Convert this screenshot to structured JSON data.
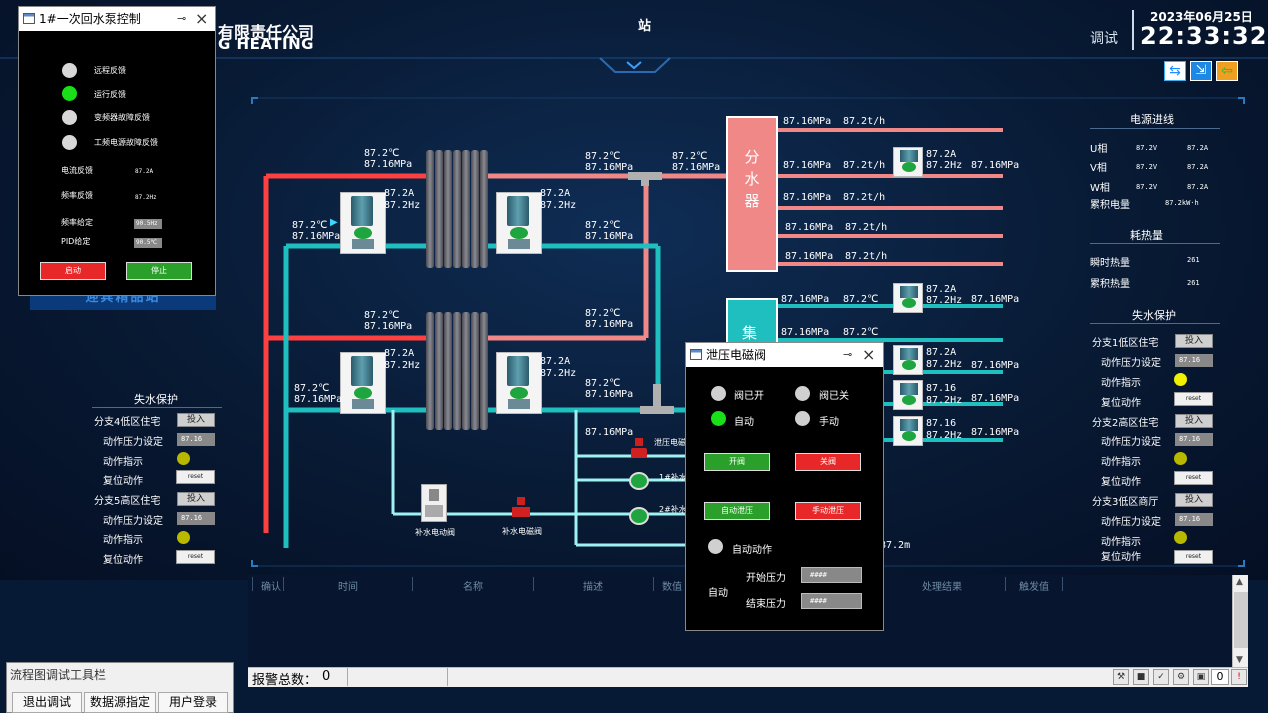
{
  "header": {
    "company": "有限责任公司",
    "company_en": "G HEATING",
    "station": "站",
    "mode": "调试",
    "date": "2023年06月25日",
    "time": "22:33:32",
    "subtitle": "迎宾精品站"
  },
  "pump_window": {
    "title": "1#一次回水泵控制",
    "feedbacks": [
      {
        "label": "远程反馈",
        "color": "#d8d8d8"
      },
      {
        "label": "运行反馈",
        "color": "#19e019"
      },
      {
        "label": "变频器故障反馈",
        "color": "#d8d8d8"
      },
      {
        "label": "工频电源故障反馈",
        "color": "#d8d8d8"
      }
    ],
    "current_label": "电流反馈",
    "current_value": "87.2A",
    "freq_label": "频率反馈",
    "freq_value": "87.2Hz",
    "freq_set_label": "频率给定",
    "freq_set_value": "90.5Hz",
    "pid_label": "PID给定",
    "pid_value": "90.5℃",
    "start_label": "启动",
    "stop_label": "停止"
  },
  "valve_window": {
    "title": "泄压电磁阀",
    "status": [
      {
        "label": "阀已开",
        "color": "#d0d0d0"
      },
      {
        "label": "阀已关",
        "color": "#d0d0d0"
      },
      {
        "label": "自动",
        "color": "#19e019"
      },
      {
        "label": "手动",
        "color": "#d0d0d0"
      }
    ],
    "open_label": "开阀",
    "close_label": "关阀",
    "auto_relief_label": "自动泄压",
    "manual_relief_label": "手动泄压",
    "auto_action_label": "自动动作",
    "auto_label": "自动",
    "start_pressure_label": "开始压力",
    "start_pressure_value": "####",
    "end_pressure_label": "结束压力",
    "end_pressure_value": "####"
  },
  "diagram": {
    "temp": "87.2℃",
    "press": "87.16MPa",
    "amp": "87.2A",
    "hz": "87.2Hz",
    "flow": "87.2t/h",
    "distributor": "分水器",
    "collector": "集",
    "relief_valve_label": "泄压电磁",
    "makeup1_label": "1#补水",
    "makeup2_label": "2#补水",
    "makeup_motor_valve": "补水电动阀",
    "makeup_solenoid_valve": "补水电磁阀",
    "level": "87.2m"
  },
  "right_panel": {
    "power_title": "电源进线",
    "phases": [
      {
        "label": "U相",
        "v": "87.2V",
        "a": "87.2A"
      },
      {
        "label": "V相",
        "v": "87.2V",
        "a": "87.2A"
      },
      {
        "label": "W相",
        "v": "87.2V",
        "a": "87.2A"
      }
    ],
    "energy_label": "累积电量",
    "energy_value": "87.2kW·h",
    "heat_title": "耗热量",
    "instant_heat_label": "瞬时热量",
    "instant_heat_value": "261",
    "total_heat_label": "累积热量",
    "total_heat_value": "261",
    "loss_title": "失水保护",
    "branches": [
      {
        "name": "分支1低区住宅",
        "btn": "投入",
        "set_label": "动作压力设定",
        "set_value": "87.16",
        "ind_label": "动作指示",
        "reset_label": "复位动作",
        "reset_btn": "reset"
      },
      {
        "name": "分支2高区住宅",
        "btn": "投入",
        "set_label": "动作压力设定",
        "set_value": "87.16",
        "ind_label": "动作指示",
        "reset_label": "复位动作",
        "reset_btn": "reset"
      },
      {
        "name": "分支3低区商厅",
        "btn": "投入",
        "set_label": "动作压力设定",
        "set_value": "87.16",
        "ind_label": "动作指示",
        "reset_label": "复位动作",
        "reset_btn": "reset"
      }
    ]
  },
  "left_panel": {
    "loss_title": "失水保护",
    "branches": [
      {
        "name": "分支4低区住宅",
        "btn": "投入",
        "set_label": "动作压力设定",
        "set_value": "87.16",
        "ind_label": "动作指示",
        "reset_label": "复位动作",
        "reset_btn": "reset"
      },
      {
        "name": "分支5高区住宅",
        "btn": "投入",
        "set_label": "动作压力设定",
        "set_value": "87.16",
        "ind_label": "动作指示",
        "reset_label": "复位动作",
        "reset_btn": "reset"
      }
    ]
  },
  "alarm_table": {
    "columns": [
      "确认",
      "时间",
      "名称",
      "描述",
      "数值",
      "处理结果",
      "触发值"
    ],
    "total_label": "报警总数：",
    "total_value": "0",
    "page_value": "0"
  },
  "debug_toolbar": {
    "title": "流程图调试工具栏",
    "buttons": [
      "退出调试",
      "数据源指定",
      "用户登录"
    ]
  },
  "colors": {
    "hot_pipe": "#f08888",
    "hot_supply": "#ff4040",
    "return_pipe": "#1fbfc0",
    "makeup_pipe": "#9ff2f2",
    "start_btn": "#e82828",
    "stop_btn": "#2aa02a"
  }
}
